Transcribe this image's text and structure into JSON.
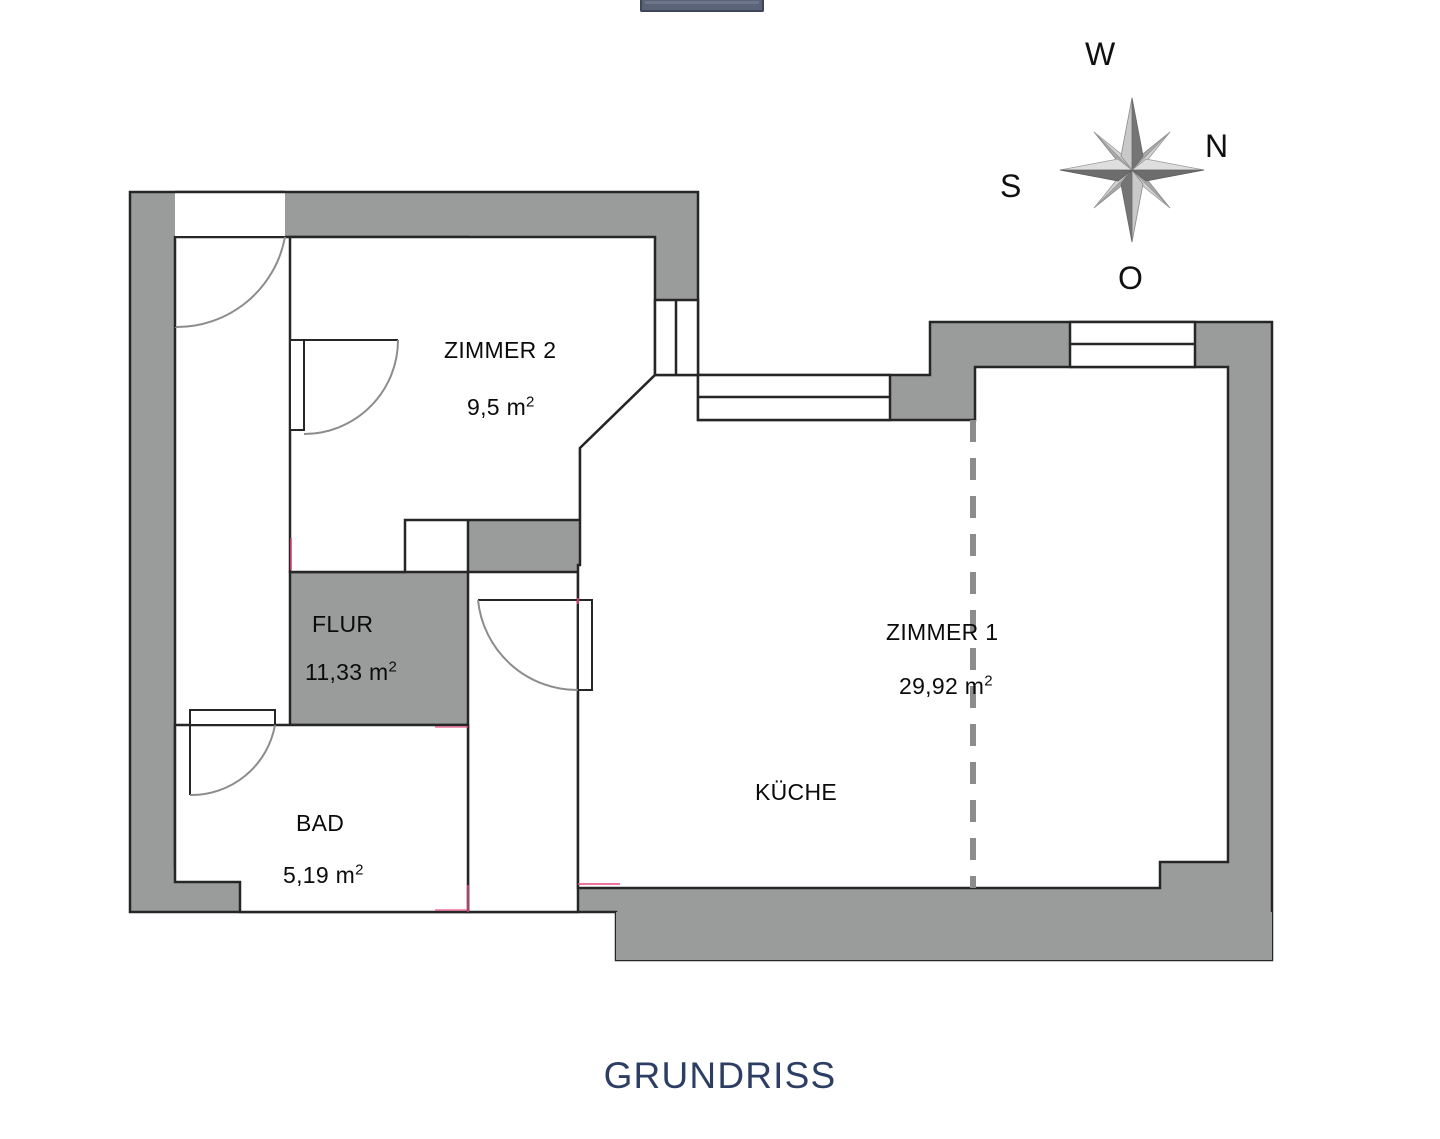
{
  "title": {
    "text": "GRUNDRISS",
    "color": "#2c3e63"
  },
  "top_bar": {
    "color": "#5a6378"
  },
  "compass": {
    "name": "compass-rose",
    "directions": {
      "top": "W",
      "right": "N",
      "left": "S",
      "bottom": "O"
    },
    "star_color": "#7a7a7a"
  },
  "colors": {
    "wall_fill": "#9a9b9b",
    "wall_stroke": "#262626",
    "room_fill": "#ffffff",
    "door_arc": "#8c8c8c",
    "divider_dash": "#8c8c8c",
    "accent_pink": "#e8467f"
  },
  "rooms": [
    {
      "id": "zimmer2",
      "label": "ZIMMER 2",
      "area": "9,5 m",
      "area_unit": "2"
    },
    {
      "id": "flur",
      "label": "FLUR",
      "area": "11,33 m",
      "area_unit": "2"
    },
    {
      "id": "bad",
      "label": "BAD",
      "area": "5,19 m",
      "area_unit": "2"
    },
    {
      "id": "zimmer1",
      "label": "ZIMMER 1",
      "area": "29,92 m",
      "area_unit": "2"
    },
    {
      "id": "kueche",
      "label": "KÜCHE",
      "area": "",
      "area_unit": ""
    }
  ],
  "features": {
    "doors": [
      "entrance-door-top-left",
      "zimmer2-door",
      "bad-door",
      "zimmer1-door"
    ],
    "windows": [
      "zimmer2-east-window",
      "corridor-north-window",
      "zimmer1-north-window"
    ],
    "dashed_divider": "kueche-zimmer1-divider"
  }
}
